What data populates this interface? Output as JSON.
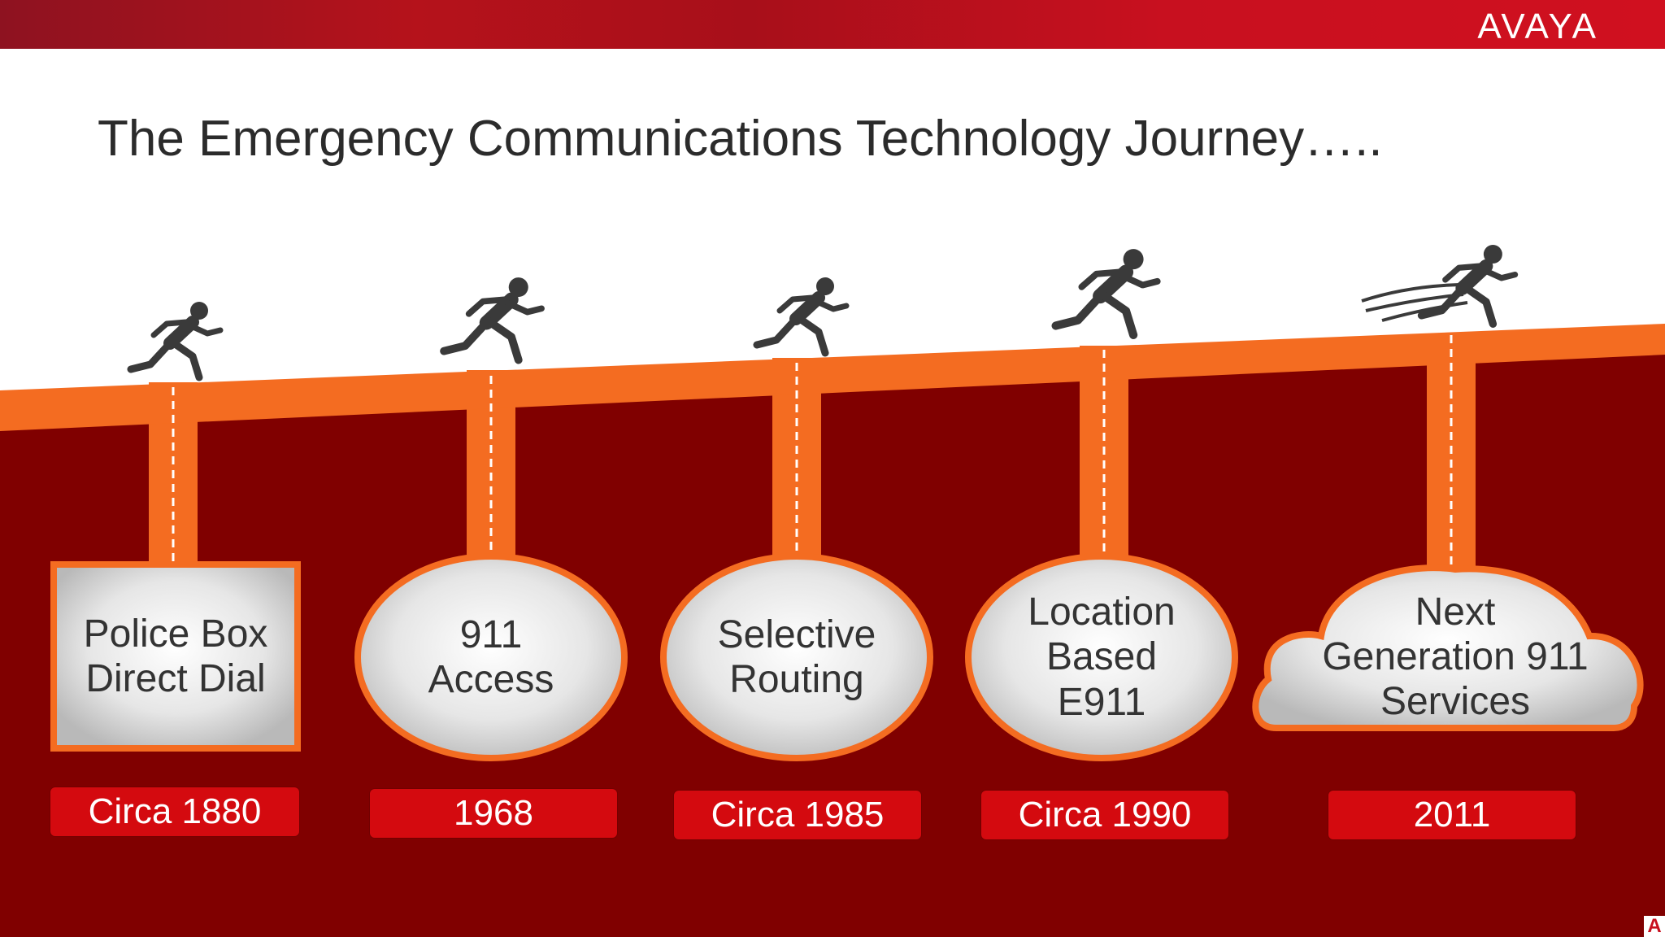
{
  "header": {
    "logo_text": "AVAYA",
    "bar_color": "#c8101f"
  },
  "title": "The Emergency Communications Technology Journey…..",
  "colors": {
    "orange": "#f46c21",
    "dark_red": "#800000",
    "badge_red": "#d40a0f"
  },
  "stages": [
    {
      "label": "Police Box\nDirect Dial",
      "year": "Circa 1880",
      "shape": "rectangle"
    },
    {
      "label": "911\nAccess",
      "year": "1968",
      "shape": "ellipse"
    },
    {
      "label": "Selective\nRouting",
      "year": "Circa 1985",
      "shape": "ellipse"
    },
    {
      "label": "Location\nBased\nE911",
      "year": "Circa 1990",
      "shape": "ellipse"
    },
    {
      "label": "Next\nGeneration 911\nServices",
      "year": "2011",
      "shape": "cloud"
    }
  ],
  "icons": [
    "running-person-icon",
    "running-person-icon",
    "running-person-icon",
    "running-person-icon",
    "speeding-person-icon"
  ],
  "corner_mark": "A"
}
